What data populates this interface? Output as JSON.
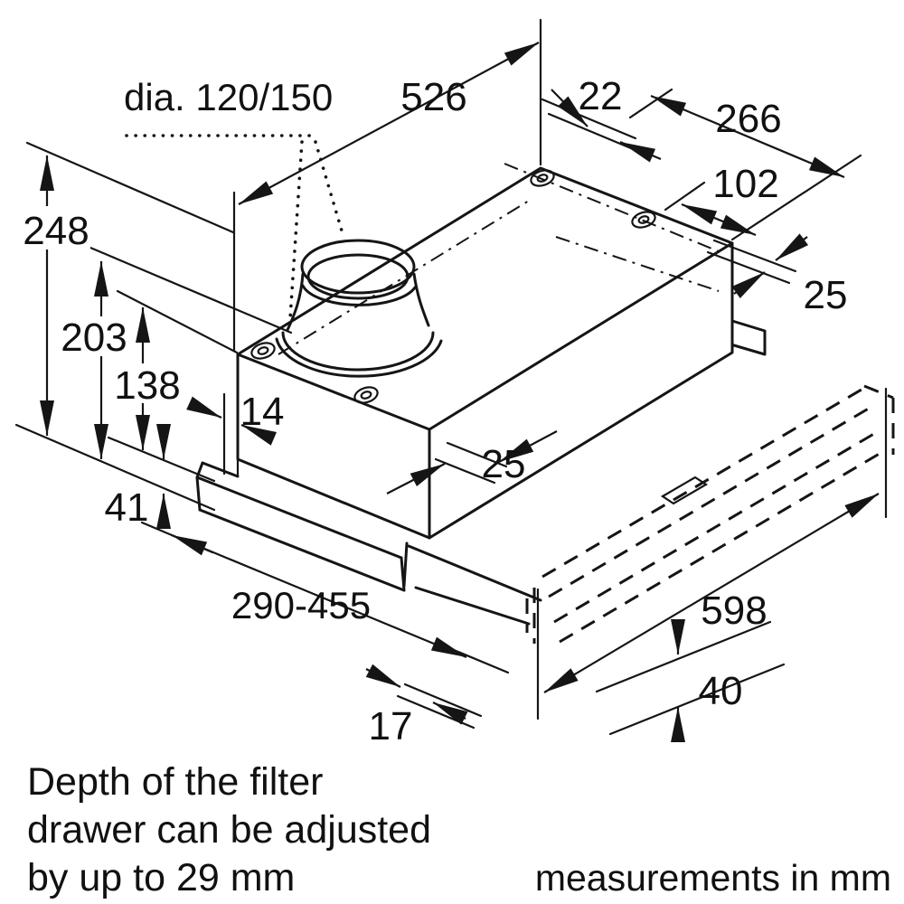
{
  "diagram": {
    "type": "technical-dimension-drawing",
    "subject": "telescopic cooker hood installation dimensions",
    "dimensions": {
      "duct_diameter": "dia. 120/150",
      "body_depth": "526",
      "rear_edge_to_screw": "22",
      "screw_spacing": "266",
      "screw_to_corner": "102",
      "rear_lip": "25",
      "height_total": "248",
      "height_body": "203",
      "height_mid": "138",
      "front_offset": "14",
      "front_lip": "25",
      "rail_height": "41",
      "drawer_depth_range": "290-455",
      "hood_width": "598",
      "panel_height": "40",
      "rail_gap": "17"
    },
    "note_lines": [
      "Depth of the filter",
      "drawer can be adjusted",
      "by up to 29 mm"
    ],
    "units_label": "measurements in mm",
    "colors": {
      "line": "#151515",
      "background": "#ffffff"
    }
  }
}
